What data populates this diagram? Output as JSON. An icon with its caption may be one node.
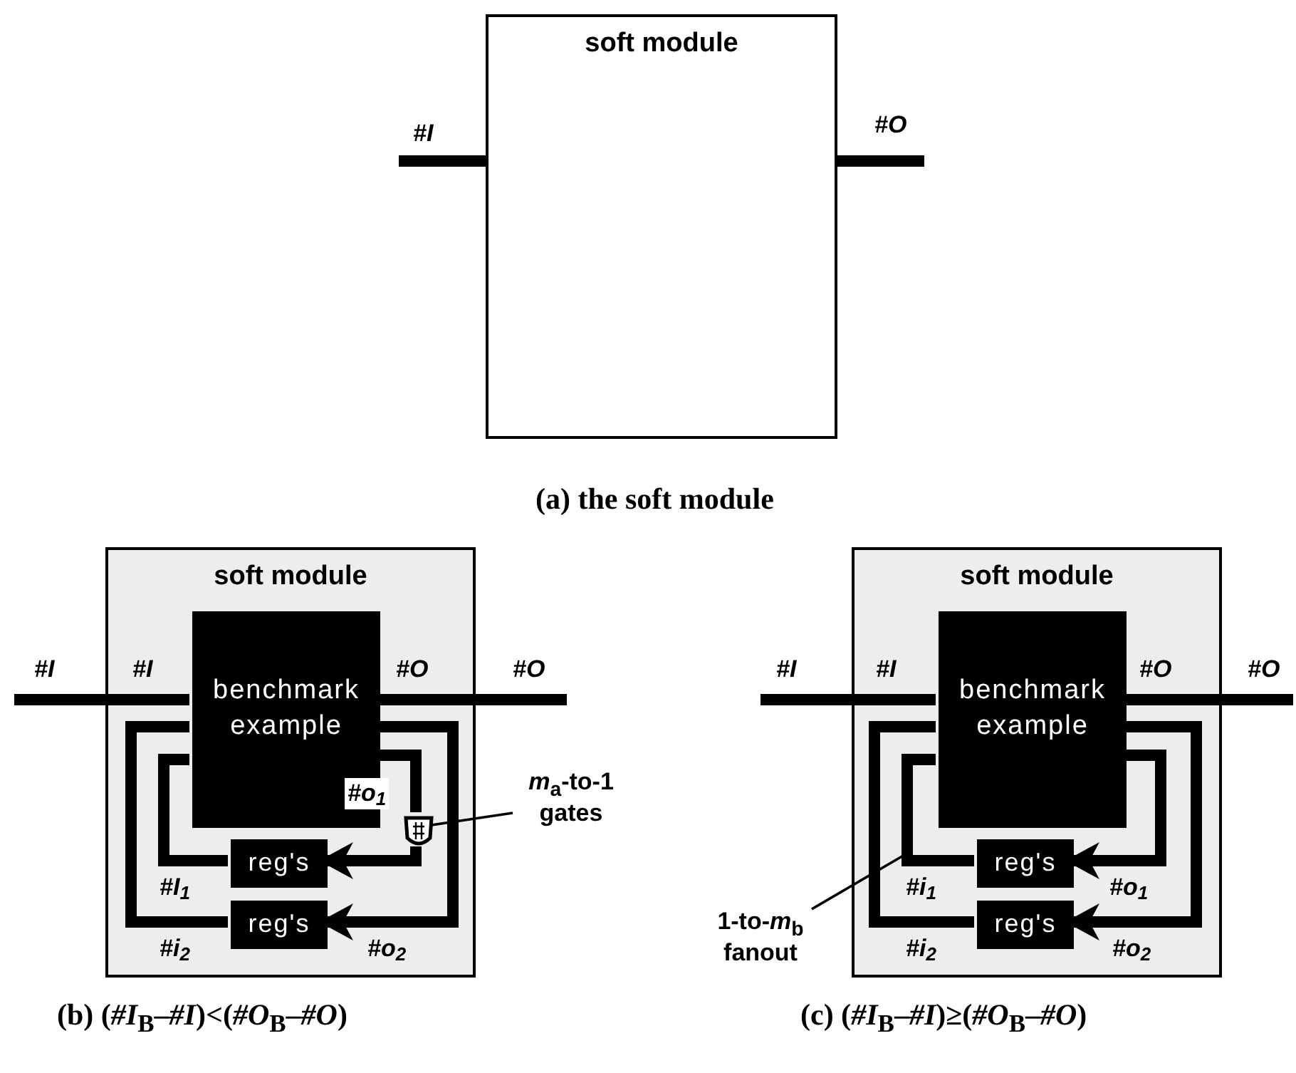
{
  "diagram": {
    "nodes": [
      {
        "text": [
          "soft module"
        ]
      },
      {
        "text": [
          "soft module"
        ]
      },
      {
        "text": [
          "benchmark example"
        ],
        "in": 1
      },
      {
        "text": [
          "reg's"
        ],
        "in": 1
      },
      {
        "text": [
          "reg's"
        ],
        "in": 1
      },
      {
        "text": [],
        "shape": "box",
        "in": 1
      },
      {
        "text": [
          "*m*$_{a}$-to-1 gates"
        ]
      },
      {
        "text": [
          "soft module"
        ]
      },
      {
        "text": [
          "benchmark example"
        ],
        "in": 7
      },
      {
        "text": [
          "reg's"
        ],
        "in": 7
      },
      {
        "text": [
          "reg's"
        ],
        "in": 7
      },
      {
        "text": [
          "1-to-*m*$_{b}$ fanout"
        ]
      }
    ],
    "edges": [
      {
        "from": null,
        "to": 0,
        "arrow": "none",
        "label": "#I"
      },
      {
        "from": 0,
        "to": null,
        "arrow": "none",
        "label": "#O"
      },
      {
        "from": null,
        "to": 1,
        "arrow": "none",
        "label": "#I"
      },
      {
        "from": 1,
        "to": 2,
        "arrow": "none",
        "label": "#I"
      },
      {
        "from": 2,
        "to": 1,
        "arrow": "none",
        "label": "#O"
      },
      {
        "from": 1,
        "to": null,
        "arrow": "none",
        "label": "#O"
      },
      {
        "from": 2,
        "to": 5,
        "arrow": "none",
        "label": "#o$_{1}$"
      },
      {
        "from": 5,
        "to": 3,
        "arrow": "to"
      },
      {
        "from": 3,
        "to": 2,
        "arrow": "none",
        "label": "#I$_{1}$"
      },
      {
        "from": 2,
        "to": 4,
        "arrow": "to",
        "label": "#o$_{2}$"
      },
      {
        "from": 4,
        "to": 2,
        "arrow": "none",
        "label": "#i$_{2}$"
      },
      {
        "from": 6,
        "to": 5,
        "arrow": "none"
      },
      {
        "from": null,
        "to": 7,
        "arrow": "none",
        "label": "#I"
      },
      {
        "from": 7,
        "to": 8,
        "arrow": "none",
        "label": "#I"
      },
      {
        "from": 8,
        "to": 7,
        "arrow": "none",
        "label": "#O"
      },
      {
        "from": 7,
        "to": null,
        "arrow": "none",
        "label": "#O"
      },
      {
        "from": 8,
        "to": 9,
        "arrow": "to",
        "label": "#o$_{1}$"
      },
      {
        "from": 9,
        "to": 8,
        "arrow": "none",
        "label": "#i$_{1}$"
      },
      {
        "from": 8,
        "to": 10,
        "arrow": "to",
        "label": "#o$_{2}$"
      },
      {
        "from": 10,
        "to": 8,
        "arrow": "none",
        "label": "#i$_{2}$"
      },
      {
        "from": 11,
        "to": null,
        "arrow": "none"
      }
    ],
    "labels": [
      "(a) the soft module",
      "(b) (*#I*$_{B}$–*#I*)<(*#O*$_{B}$–*#O*)",
      "(c) (*#I*$_{B}$–*#I*)≥(*#O*$_{B}$–*#O*)"
    ]
  }
}
